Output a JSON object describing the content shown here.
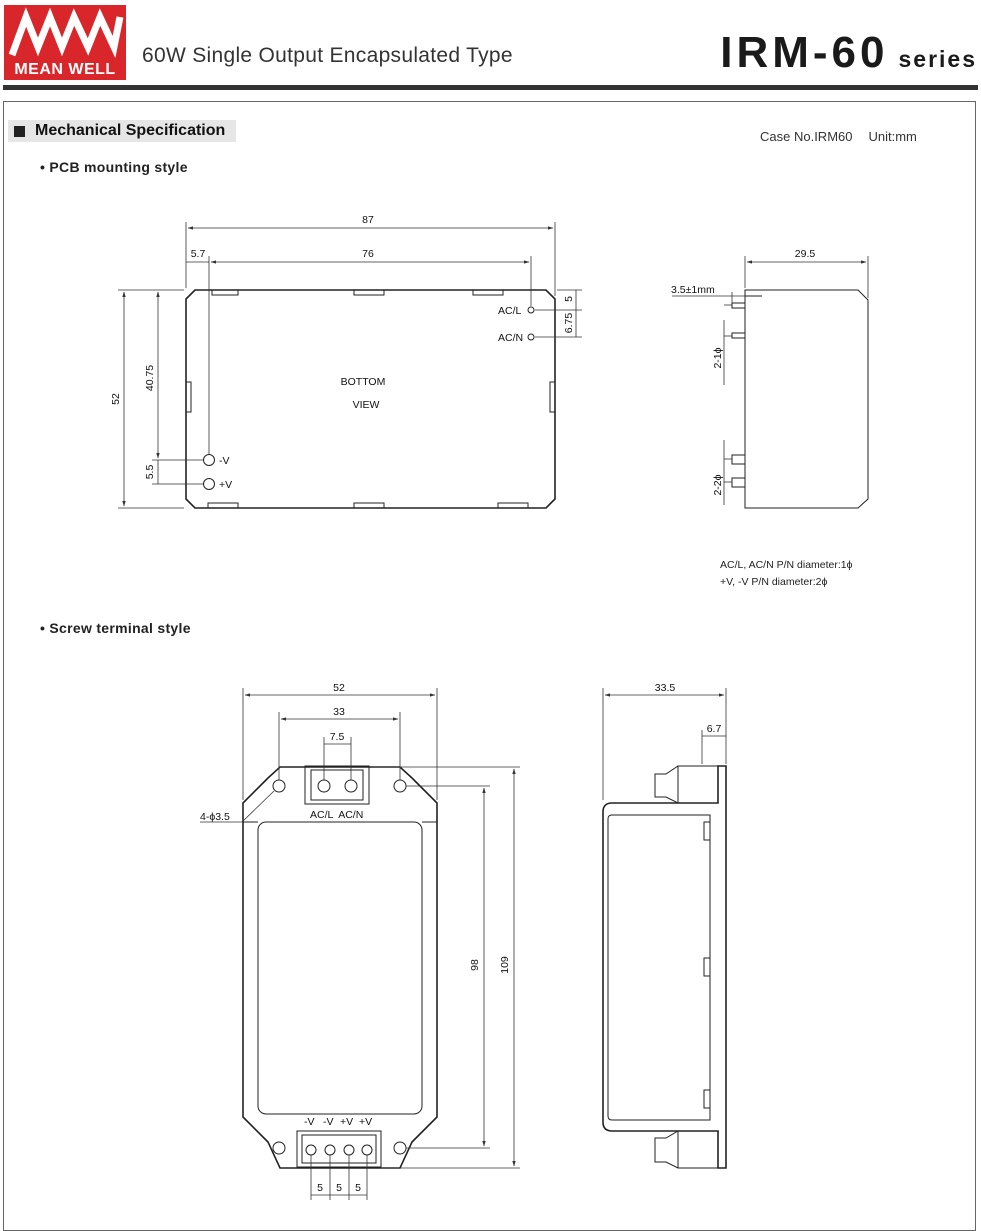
{
  "header": {
    "logo_text": "MEAN WELL",
    "subtitle": "60W Single Output Encapsulated Type",
    "model": "IRM-60",
    "series_suffix": "series"
  },
  "section": {
    "title": "Mechanical Specification",
    "case_no": "Case No.IRM60",
    "unit": "Unit:mm"
  },
  "pcb_style": {
    "title": "• PCB mounting style",
    "bottom_label_1": "BOTTOM",
    "bottom_label_2": "VIEW",
    "pin_acl": "AC/L",
    "pin_acn": "AC/N",
    "pin_neg_v": "-V",
    "pin_pos_v": "+V",
    "dim_width": "87",
    "dim_pin_span": "76",
    "dim_offset": "5.7",
    "dim_height": "52",
    "dim_pin_vertical": "40.75",
    "dim_pin_pitch_dc": "5.5",
    "dim_top_offset": "5",
    "dim_pin_pitch_ac": "6.75",
    "side_depth": "29.5",
    "side_pin_length": "3.5±1mm",
    "side_pin_ac_dia": "2-1ϕ",
    "side_pin_dc_dia": "2-2ϕ",
    "note_1": "AC/L, AC/N P/N diameter:1ϕ",
    "note_2": "+V, -V P/N diameter:2ϕ"
  },
  "screw_style": {
    "title": "• Screw terminal style",
    "dim_width": "52",
    "dim_hole_span": "33",
    "dim_terminal_pitch_ac": "7.5",
    "hole_label": "4-ϕ3.5",
    "ac_labels": "AC/L  AC/N",
    "dc_label_1": "-V",
    "dc_label_2": "-V",
    "dc_label_3": "+V",
    "dc_label_4": "+V",
    "dim_hole_vertical": "98",
    "dim_total_height": "109",
    "dim_pitch_1": "5",
    "dim_pitch_2": "5",
    "dim_pitch_3": "5",
    "side_depth": "33.5",
    "side_flange": "6.7"
  },
  "colors": {
    "brand_red": "#d8262b",
    "line": "#222222",
    "heading_bg": "#e6e6e6"
  }
}
